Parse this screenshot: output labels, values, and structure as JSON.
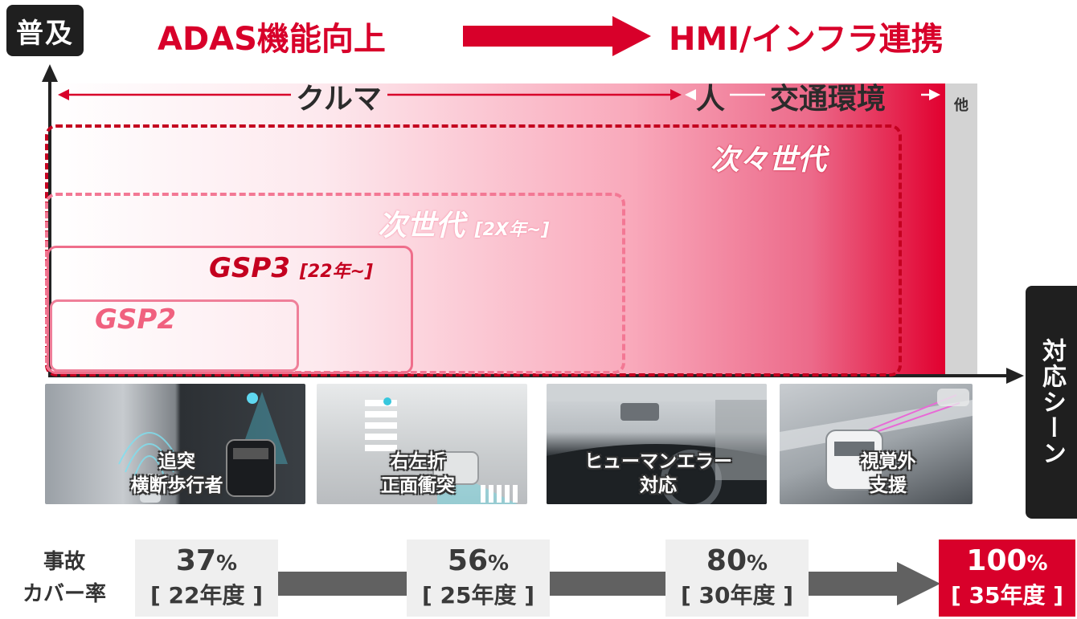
{
  "axis": {
    "vertical_label": "普及",
    "horizontal_label": "対応シーン"
  },
  "headline": {
    "left": "ADAS機能向上",
    "right": "HMI/インフラ連携"
  },
  "categories": {
    "car": "クルマ",
    "person": "人",
    "traffic": "交通環境",
    "other": "他"
  },
  "generations": {
    "next_next": "次々世代",
    "next": "次世代",
    "next_sub": "[2X年~]",
    "gsp3": "GSP3",
    "gsp3_sub": "[22年~]",
    "gsp2": "GSP2"
  },
  "scenes": [
    {
      "line1": "追突",
      "line2": "横断歩行者"
    },
    {
      "line1": "右左折",
      "line2": "正面衝突"
    },
    {
      "line1": "ヒューマンエラー",
      "line2": "対応"
    },
    {
      "line1": "視覚外",
      "line2": "支援"
    }
  ],
  "coverage": {
    "label_line1": "事故",
    "label_line2": "カバー率",
    "stages": [
      {
        "value": "37",
        "unit": "%",
        "year": "[ 22年度 ]"
      },
      {
        "value": "56",
        "unit": "%",
        "year": "[ 25年度 ]"
      },
      {
        "value": "80",
        "unit": "%",
        "year": "[ 30年度 ]"
      },
      {
        "value": "100",
        "unit": "%",
        "year": "[ 35年度 ]"
      }
    ]
  },
  "colors": {
    "brand_red": "#d8002a",
    "dark": "#1f1f1f",
    "arrow_gray": "#616161"
  }
}
